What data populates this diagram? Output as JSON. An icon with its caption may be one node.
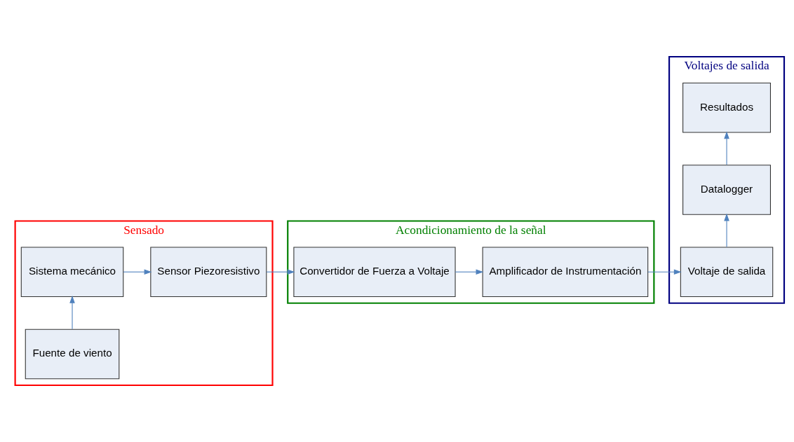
{
  "diagram": {
    "nodes": [
      {
        "text": [
          "Sensado"
        ]
      },
      {
        "text": [
          "Fuente de viento"
        ],
        "in": 0
      },
      {
        "text": [
          "Sistema mecánico"
        ],
        "in": 0
      },
      {
        "text": [
          "Sensor Piezoresistivo"
        ],
        "in": 0
      },
      {
        "text": [
          "Acondicionamiento de la señal"
        ]
      },
      {
        "text": [
          "Convertidor de Fuerza a Voltaje"
        ],
        "in": 4
      },
      {
        "text": [
          "Amplificador de Instrumentación"
        ],
        "in": 4
      },
      {
        "text": [
          "Voltajes de salida"
        ]
      },
      {
        "text": [
          "Voltaje de salida"
        ],
        "in": 7
      },
      {
        "text": [
          "Datalogger"
        ],
        "in": 7
      },
      {
        "text": [
          "Resultados"
        ],
        "in": 7
      }
    ],
    "edges": [
      {
        "from": 1,
        "to": 2,
        "arrow": "to"
      },
      {
        "from": 2,
        "to": 3,
        "arrow": "to"
      },
      {
        "from": 3,
        "to": 5,
        "arrow": "to"
      },
      {
        "from": 5,
        "to": 6,
        "arrow": "to"
      },
      {
        "from": 6,
        "to": 8,
        "arrow": "to"
      },
      {
        "from": 8,
        "to": 9,
        "arrow": "to"
      },
      {
        "from": 9,
        "to": 10,
        "arrow": "to"
      }
    ]
  }
}
